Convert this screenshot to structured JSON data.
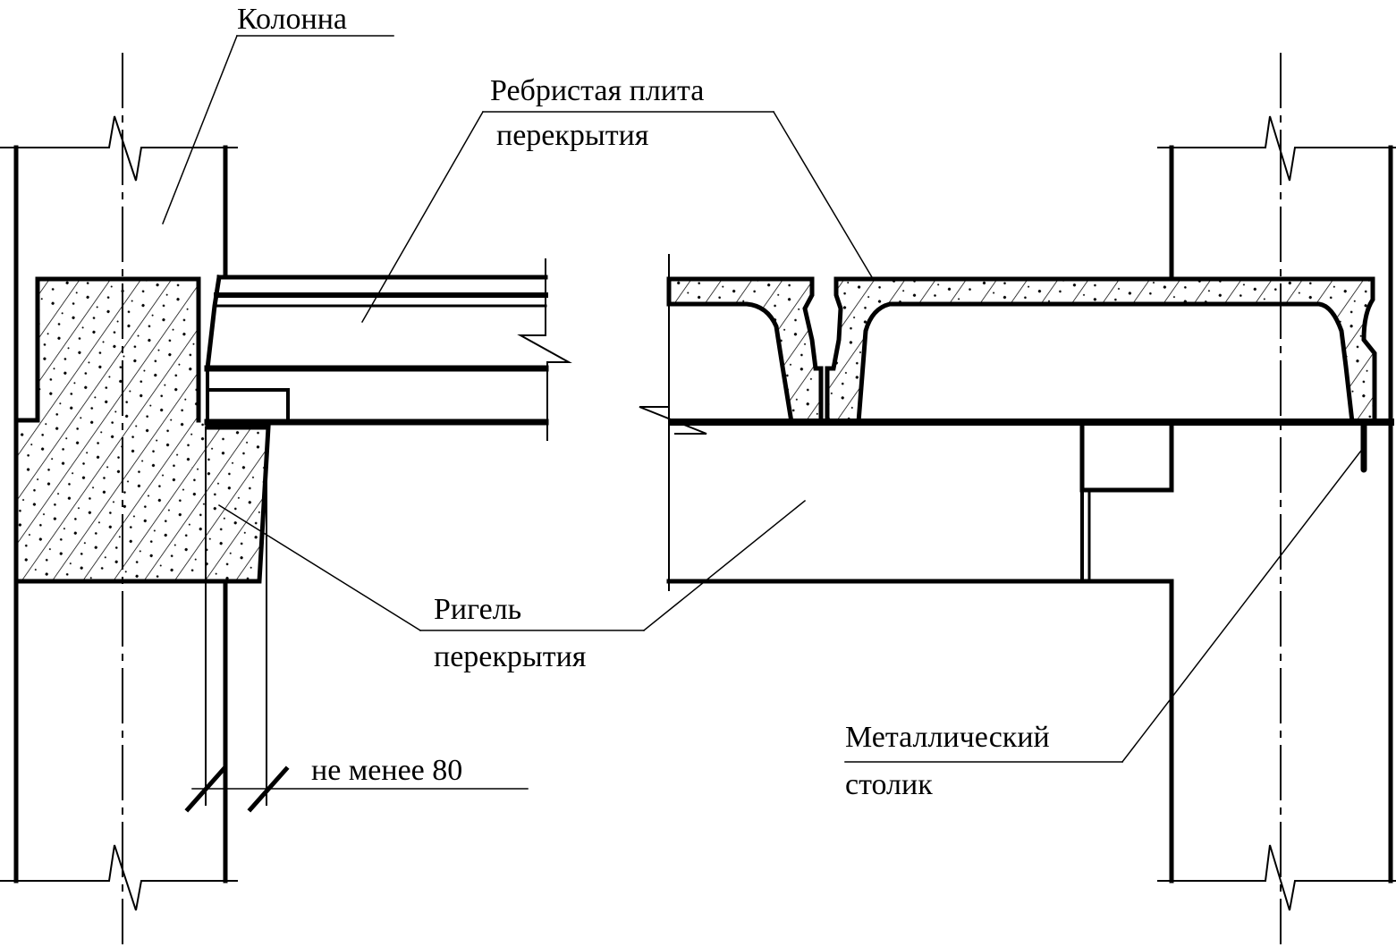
{
  "labels": {
    "column": "Колонна",
    "ribbed_slab_line1": "Ребристая плита",
    "ribbed_slab_line2": "перекрытия",
    "girder_line1": "Ригель",
    "girder_line2": "перекрытия",
    "metal_bracket_line1": "Металлический",
    "metal_bracket_line2": "столик",
    "min_dimension": "не менее 80"
  },
  "colors": {
    "ink": "#000000",
    "background": "#ffffff"
  }
}
